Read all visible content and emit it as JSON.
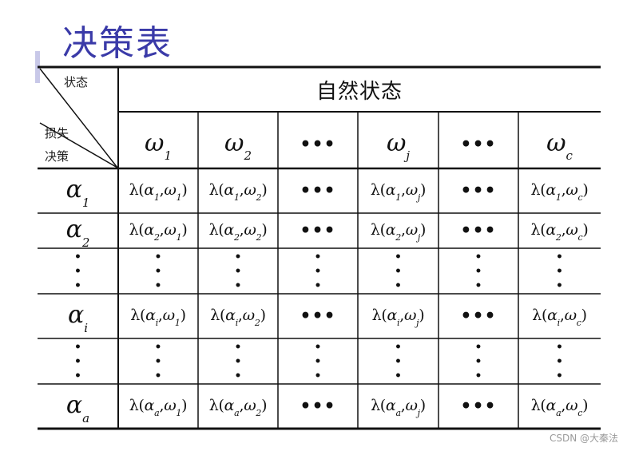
{
  "slide": {
    "title": "决策表",
    "watermark": "CSDN @大秦法"
  },
  "table": {
    "corner": {
      "state_label": "状态",
      "loss_label": "损失",
      "decision_label": "决策"
    },
    "header": "自然状态",
    "columns": [
      {
        "sym": "ω",
        "sub": "1"
      },
      {
        "sym": "ω",
        "sub": "2"
      },
      {
        "dots": "•••"
      },
      {
        "sym": "ω",
        "sub": "j"
      },
      {
        "dots": "•••"
      },
      {
        "sym": "ω",
        "sub": "c"
      }
    ],
    "rows": [
      {
        "sym": "α",
        "sub": "1"
      },
      {
        "sym": "α",
        "sub": "2"
      },
      {
        "vdots": true
      },
      {
        "sym": "α",
        "sub": "i"
      },
      {
        "vdots": true
      },
      {
        "sym": "α",
        "sub": "a"
      }
    ],
    "cells": [
      [
        "λ(α1,ω1)",
        "λ(α1,ω2)",
        "•••",
        "λ(α1,ωj)",
        "•••",
        "λ(α1,ωc)"
      ],
      [
        "λ(α2,ω1)",
        "λ(α2,ω2)",
        "•••",
        "λ(α2,ωj)",
        "•••",
        "λ(α2,ωc)"
      ],
      [
        "⋮",
        "⋮",
        "⋮",
        "⋮",
        "⋮",
        "⋮"
      ],
      [
        "λ(αi,ω1)",
        "λ(αi,ω2)",
        "•••",
        "λ(αi,ωj)",
        "•••",
        "λ(αi,ωc)"
      ],
      [
        "⋮",
        "⋮",
        "⋮",
        "⋮",
        "⋮",
        "⋮"
      ],
      [
        "λ(αa,ω1)",
        "λ(αa,ω2)",
        "•••",
        "λ(αa,ωj)",
        "•••",
        "λ(αa,ωc)"
      ]
    ],
    "vdots_glyph": "•",
    "hdots_glyph": "•••"
  }
}
